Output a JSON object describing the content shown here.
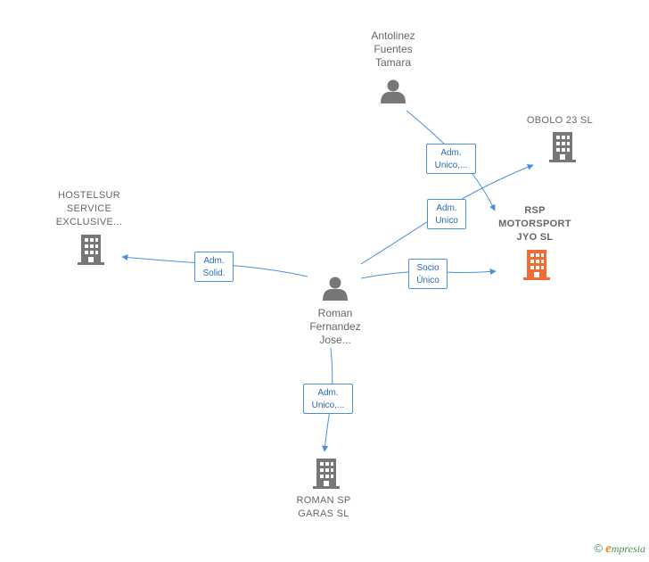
{
  "nodes": {
    "antolinez": {
      "label": "Antolinez\nFuentes\nTamara",
      "kind": "person",
      "icon": "person-icon"
    },
    "roman_person": {
      "label": "Roman\nFernandez\nJose...",
      "kind": "person",
      "icon": "person-icon"
    },
    "obolo": {
      "label": "OBOLO 23 SL",
      "kind": "company",
      "icon": "building-icon"
    },
    "rsp": {
      "label": "RSP\nMOTORSPORT\nJYO  SL",
      "kind": "company",
      "icon": "building-icon",
      "highlight": true
    },
    "hostelsur": {
      "label": "HOSTELSUR\nSERVICE\nEXCLUSIVE...",
      "kind": "company",
      "icon": "building-icon"
    },
    "roman_sp": {
      "label": "ROMAN SP\nGARAS  SL",
      "kind": "company",
      "icon": "building-icon"
    }
  },
  "edges": {
    "antolinez_rsp": {
      "line1": "Adm.",
      "line2": "Unico,..."
    },
    "roman_obolo": {
      "line1": "Adm.",
      "line2": "Unico"
    },
    "roman_hostelsur": {
      "line1": "Adm.",
      "line2": "Solid."
    },
    "roman_rsp": {
      "line1": "Socio",
      "line2": "Único"
    },
    "roman_romansp": {
      "line1": "Adm.",
      "line2": "Unico,..."
    }
  },
  "colors": {
    "edge": "#4a90d9",
    "node_gray": "#777777",
    "highlight": "#f26a35"
  },
  "footer": {
    "copyright": "©",
    "brand_initial": "e",
    "brand_rest": "mpresia"
  }
}
